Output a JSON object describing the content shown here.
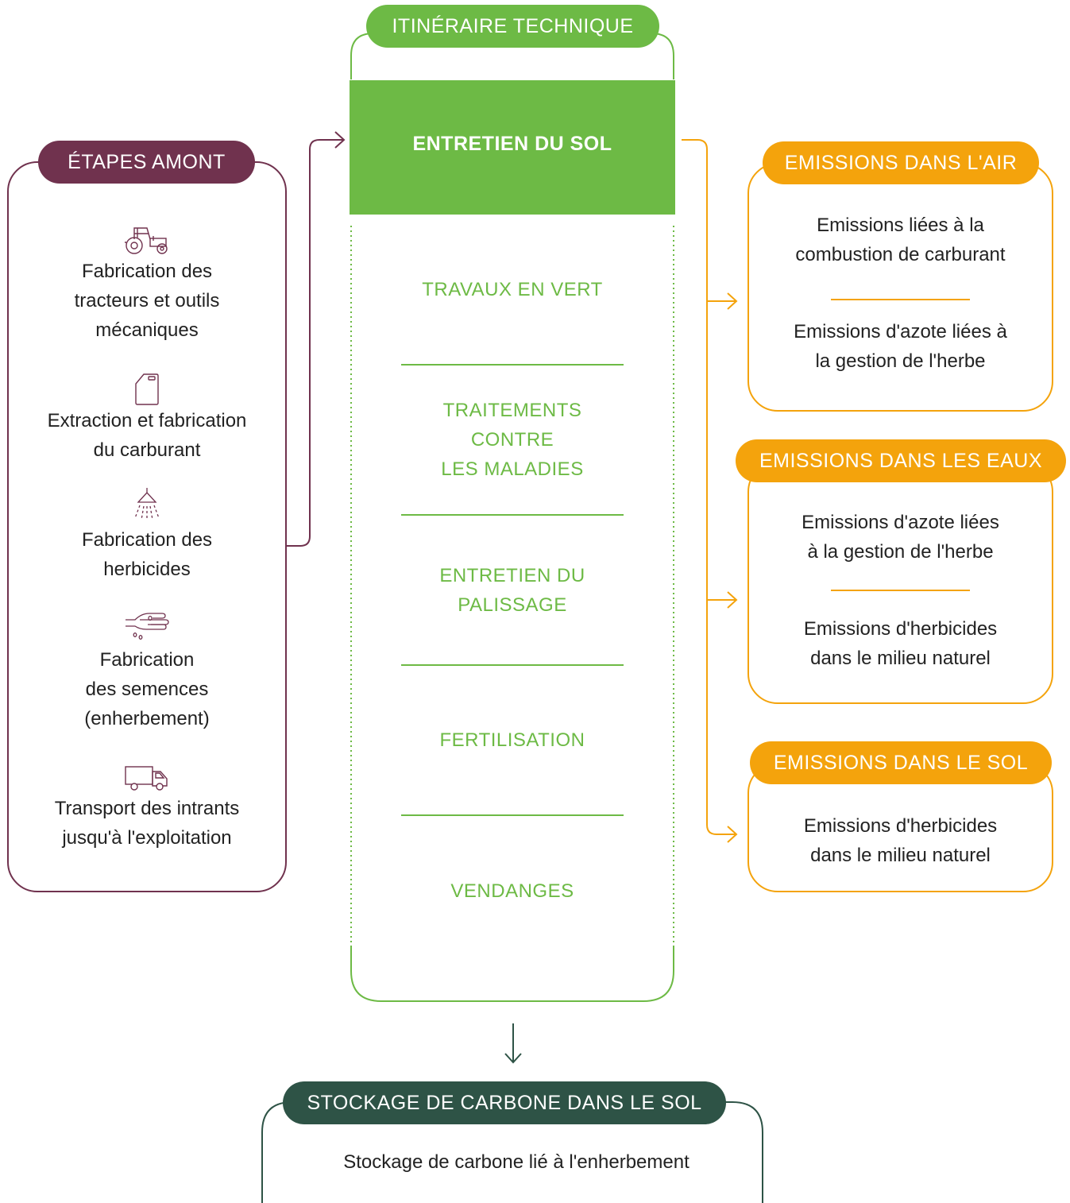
{
  "colors": {
    "plum": "#70324e",
    "green": "#6dba45",
    "orange": "#f4a30c",
    "darkgreen": "#2e5346",
    "text": "#222222"
  },
  "amont": {
    "title": "ÉTAPES AMONT",
    "items": [
      {
        "icon": "tractor-icon",
        "text": "Fabrication des\ntracteurs et outils\nmécaniques"
      },
      {
        "icon": "fuel-can-icon",
        "text": "Extraction et fabrication\ndu carburant"
      },
      {
        "icon": "sprayer-icon",
        "text": "Fabrication des\nherbicides"
      },
      {
        "icon": "hand-seeds-icon",
        "text": "Fabrication\ndes semences\n(enherbement)"
      },
      {
        "icon": "truck-icon",
        "text": "Transport des intrants\njusqu'à l'exploitation"
      }
    ]
  },
  "itineraire": {
    "title": "ITINÉRAIRE TECHNIQUE",
    "highlight": "ENTRETIEN DU SOL",
    "steps": [
      "TRAVAUX EN VERT",
      "TRAITEMENTS\nCONTRE\nLES MALADIES",
      "ENTRETIEN DU\nPALISSAGE",
      "FERTILISATION",
      "VENDANGES"
    ]
  },
  "emissions": {
    "air": {
      "title": "EMISSIONS DANS L'AIR",
      "items": [
        "Emissions liées à la\ncombustion de carburant",
        "Emissions d'azote liées à\nla gestion de l'herbe"
      ]
    },
    "eaux": {
      "title": "EMISSIONS DANS LES EAUX",
      "items": [
        "Emissions d'azote liées\nà la gestion de l'herbe",
        "Emissions d'herbicides\ndans le milieu naturel"
      ]
    },
    "sol": {
      "title": "EMISSIONS DANS LE SOL",
      "items": [
        "Emissions d'herbicides\ndans le milieu naturel"
      ]
    }
  },
  "stockage": {
    "title": "STOCKAGE DE CARBONE DANS LE SOL",
    "text": "Stockage de carbone lié à l'enherbement"
  }
}
